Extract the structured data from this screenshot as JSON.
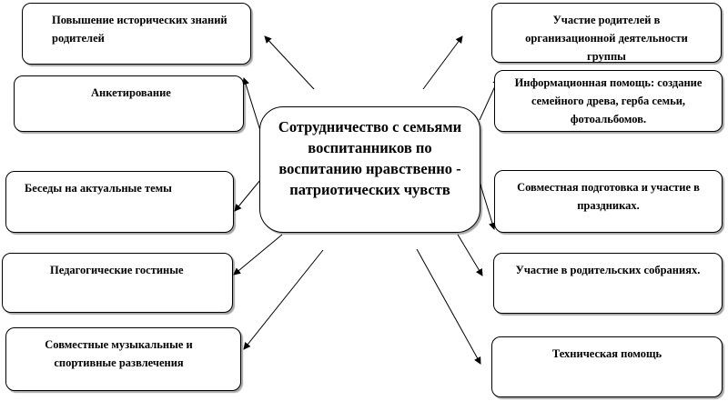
{
  "center": {
    "label": "Сотрудничество с семьями воспитанников по воспитанию нравственно - патриотических чувств"
  },
  "left": [
    {
      "label": "Повышение исторических знаний родителей"
    },
    {
      "label": "Анкетирование"
    },
    {
      "label": "Беседы на актуальные темы"
    },
    {
      "label": "Педагогические гостиные"
    },
    {
      "label": "Совместные музыкальные и спортивные развлечения"
    }
  ],
  "right": [
    {
      "label": "Участие родителей в организационной деятельности группы"
    },
    {
      "label": "Информационная помощь: создание семейного древа, герба семьи, фотоальбомов."
    },
    {
      "label": "Совместная подготовка и участие в праздниках."
    },
    {
      "label": "Участие в родительских собраниях."
    },
    {
      "label": "Техническая помощь"
    }
  ]
}
